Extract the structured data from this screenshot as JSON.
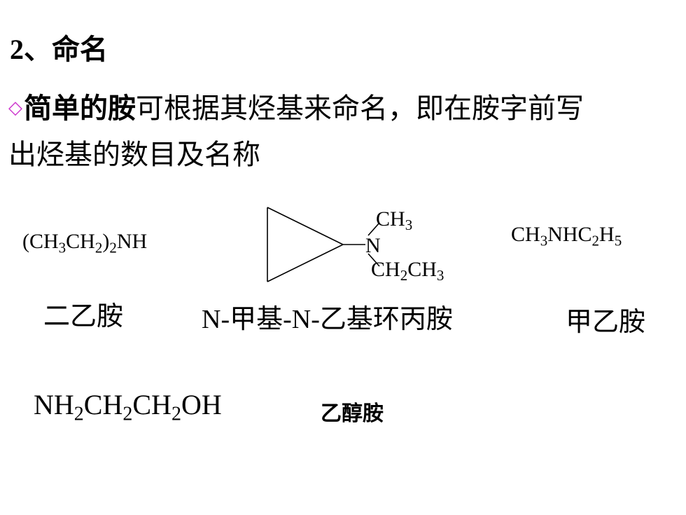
{
  "heading": "2、命名",
  "intro": {
    "bullet_icon": "diamond-bullet-icon",
    "bullet_color": "#cc33cc",
    "bold_text": "简单的胺",
    "text_line1": "可根据其烃基来命名，即在胺字前写",
    "text_line2": "出烃基的数目及名称"
  },
  "compounds": [
    {
      "formula_parts": [
        "(CH",
        "3",
        "CH",
        "2",
        ")",
        "2",
        "NH"
      ],
      "name": "二乙胺"
    },
    {
      "structure_labels": {
        "n": "N",
        "methyl": "CH",
        "methyl_sub": "3",
        "ethyl_a": "CH",
        "ethyl_a_sub": "2",
        "ethyl_b": "CH",
        "ethyl_b_sub": "3"
      },
      "name": "N-甲基-N-乙基环丙胺"
    },
    {
      "formula_parts": [
        "CH",
        "3",
        "NHC",
        "2",
        "H",
        "5"
      ],
      "name": "甲乙胺"
    },
    {
      "formula_parts": [
        "NH",
        "2",
        "CH",
        "2",
        "CH",
        "2",
        "OH"
      ],
      "name": "乙醇胺"
    }
  ]
}
